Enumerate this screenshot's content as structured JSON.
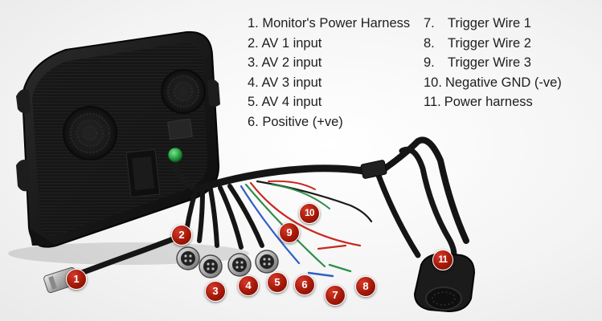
{
  "legend": {
    "left": [
      {
        "num": "1.",
        "text": "Monitor's Power Harness"
      },
      {
        "num": "2.",
        "text": "AV 1 input"
      },
      {
        "num": "3.",
        "text": "AV 2 input"
      },
      {
        "num": "4.",
        "text": "AV 3 input"
      },
      {
        "num": "5.",
        "text": "AV 4 input"
      },
      {
        "num": "6.",
        "text": "Positive (+ve)"
      }
    ],
    "right": [
      {
        "num": "7.",
        "text": "Trigger Wire 1"
      },
      {
        "num": "8.",
        "text": "Trigger Wire 2"
      },
      {
        "num": "9.",
        "text": "Trigger Wire 3"
      },
      {
        "num": "10.",
        "text": "Negative GND (-ve)"
      },
      {
        "num": "11.",
        "text": "Power harness"
      }
    ]
  },
  "markers": [
    "1",
    "2",
    "3",
    "4",
    "5",
    "6",
    "7",
    "8",
    "9",
    "10",
    "11"
  ],
  "colors": {
    "marker": "#a31808",
    "monitor_body": "#1a1a1a",
    "power_led": "#2fa84a",
    "wire_red": "#c8281e",
    "wire_green": "#2f8f4a",
    "wire_blue": "#2f5fc8",
    "text": "#1e1e1e"
  }
}
